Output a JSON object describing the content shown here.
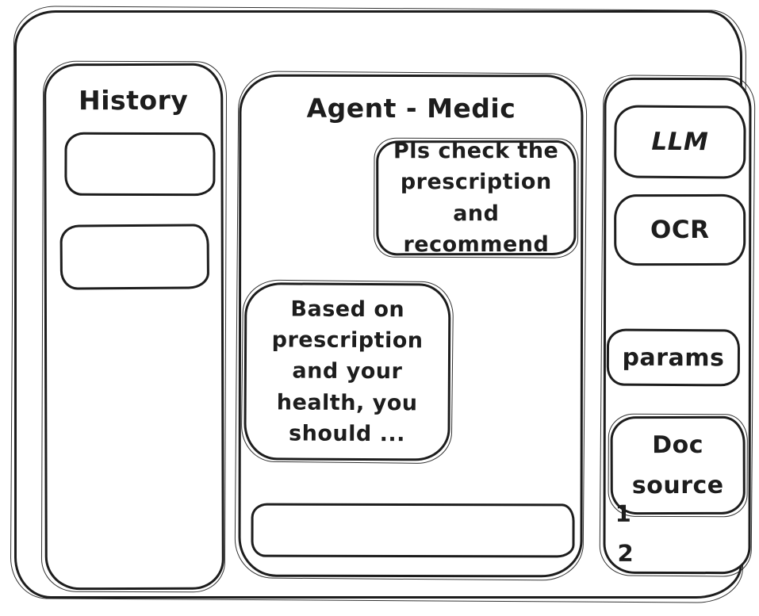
{
  "app": {
    "stroke_color": "#1d1d1d",
    "background": "#ffffff"
  },
  "history_panel": {
    "title": "History",
    "items": [
      {
        "label": ""
      },
      {
        "label": ""
      }
    ]
  },
  "chat_panel": {
    "title": "Agent - Medic",
    "messages": [
      {
        "role": "user",
        "text": "Pls check the\nprescription\nand recommend"
      },
      {
        "role": "assistant",
        "text": "Based on\nprescription\nand your\nhealth, you\nshould ..."
      }
    ],
    "input": {
      "value": "",
      "placeholder": ""
    }
  },
  "tools_panel": {
    "buttons": [
      {
        "id": "llm",
        "label": "LLM"
      },
      {
        "id": "ocr",
        "label": "OCR"
      },
      {
        "id": "params",
        "label": "params"
      },
      {
        "id": "doc-source",
        "label": "Doc source"
      }
    ],
    "doc_source_items": [
      "1",
      "2"
    ]
  }
}
